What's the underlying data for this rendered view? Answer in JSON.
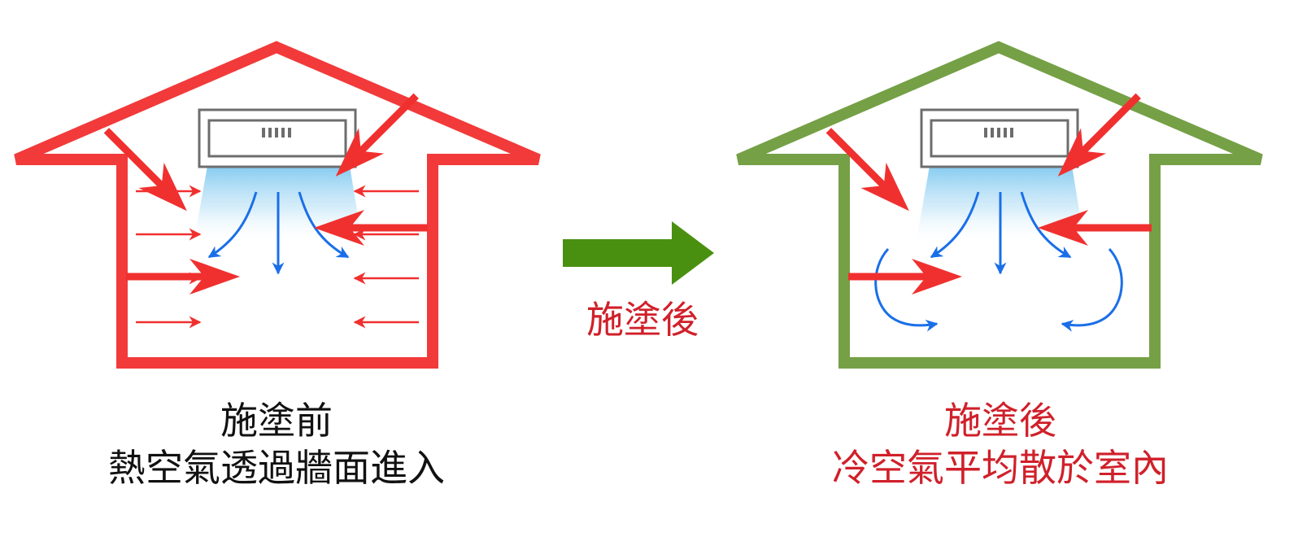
{
  "colors": {
    "heat_red": "#f0302f",
    "house_before": "#f23a3a",
    "house_after": "#75a046",
    "arrow_green": "#4a9010",
    "cool_blue": "#1a6fe8",
    "ac_gray": "#6d6d6d",
    "caption_red": "#d0202a"
  },
  "icons": {
    "ac_unit": "air-conditioner-icon",
    "heat_arrow": "heat-arrow-icon",
    "airflow": "airflow-arrow-icon",
    "transition": "right-arrow-icon"
  },
  "transition": {
    "label": "施塗後"
  },
  "before": {
    "caption_line1": "施塗前",
    "caption_line2": "熱空氣透過牆面進入"
  },
  "after": {
    "caption_line1": "施塗後",
    "caption_line2": "冷空氣平均散於室內"
  }
}
